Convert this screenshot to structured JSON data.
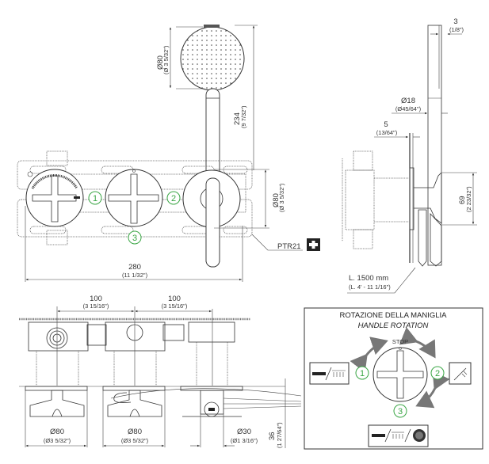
{
  "drawing": {
    "showerhead": {
      "diameter": "Ø80",
      "diameter_in": "(Ø 3 5/32\")",
      "length": "234",
      "length_in": "(9 7/32\")"
    },
    "side_view": {
      "thickness": "3",
      "thickness_in": "(1/8\")",
      "handle_diameter": "Ø18",
      "handle_diameter_in": "(Ø45/64\")",
      "plate_thickness": "5",
      "plate_thickness_in": "(13/64\")",
      "bracket_height": "69",
      "bracket_height_in": "(2 23/32\")",
      "hose_length": "L. 1500 mm",
      "hose_length_in": "(L. 4' - 11 1/16\")"
    },
    "front_view": {
      "holder_diameter": "Ø80",
      "holder_diameter_in": "(Ø 3 5/32\")",
      "total_width": "280",
      "total_width_in": "(11 1/32\")",
      "part_code": "PTR21",
      "plus_label": "+",
      "positions": [
        "1",
        "2",
        "3"
      ]
    },
    "bottom_view": {
      "spacing_1": "100",
      "spacing_1_in": "(3 15/16\")",
      "spacing_2": "100",
      "spacing_2_in": "(3 15/16\")",
      "knob1_diameter": "Ø80",
      "knob1_diameter_in": "(Ø3 5/32\")",
      "knob2_diameter": "Ø80",
      "knob2_diameter_in": "(Ø3 5/32\")",
      "outlet_diameter": "Ø30",
      "outlet_diameter_in": "(Ø1 3/16\")",
      "depth": "36",
      "depth_in": "(1 27/64\")"
    },
    "handle_rotation": {
      "title": "ROTAZIONE DELLA MANIGLIA",
      "subtitle": "HANDLE ROTATION",
      "stop_label": "STOP",
      "position_1": "1",
      "position_2": "2",
      "position_3": "3",
      "icon_1": "bathtub-handshower-icon",
      "icon_2": "handshower-icon",
      "icon_3": "bathtub-handshower-showerhead-icon"
    },
    "colors": {
      "accent_green": "#3aa645",
      "line": "#333333"
    }
  }
}
